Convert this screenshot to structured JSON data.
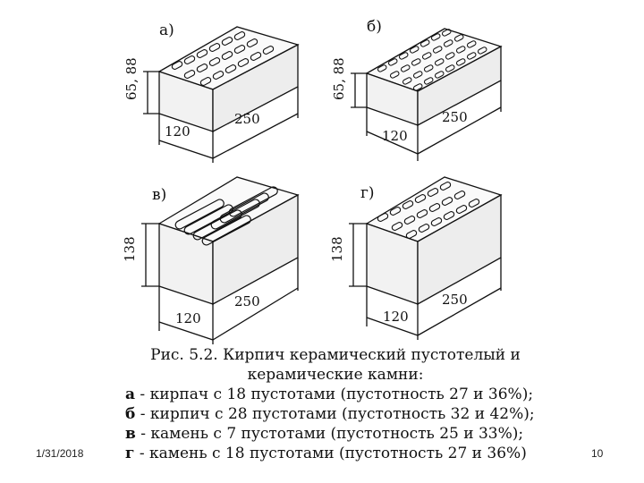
{
  "figure": {
    "bricks": [
      {
        "label": "а)",
        "height": "65, 88",
        "width": "120",
        "length": "250"
      },
      {
        "label": "б)",
        "height": "65, 88",
        "width": "120",
        "length": "250"
      },
      {
        "label": "в)",
        "height": "138",
        "width": "120",
        "length": "250"
      },
      {
        "label": "г)",
        "height": "138",
        "width": "120",
        "length": "250"
      }
    ]
  },
  "caption": {
    "title_line1": "Рис. 5.2. Кирпич керамический пустотелый и",
    "title_line2": "керамические камни:",
    "items": [
      {
        "key": "а",
        "text": " - кирпач с 18 пустотами (пустотность 27 и 36%);"
      },
      {
        "key": "б",
        "text": " - кирпич с 28 пустотами (пустотность 32 и 42%);"
      },
      {
        "key": "в",
        "text": " - камень с 7 пустотами (пустотность 25 и 33%);"
      },
      {
        "key": "г",
        "text": " - камень с 18 пустотами (пустотность 27 и 36%)"
      }
    ]
  },
  "footer": {
    "date": "1/31/2018",
    "page": "10"
  }
}
